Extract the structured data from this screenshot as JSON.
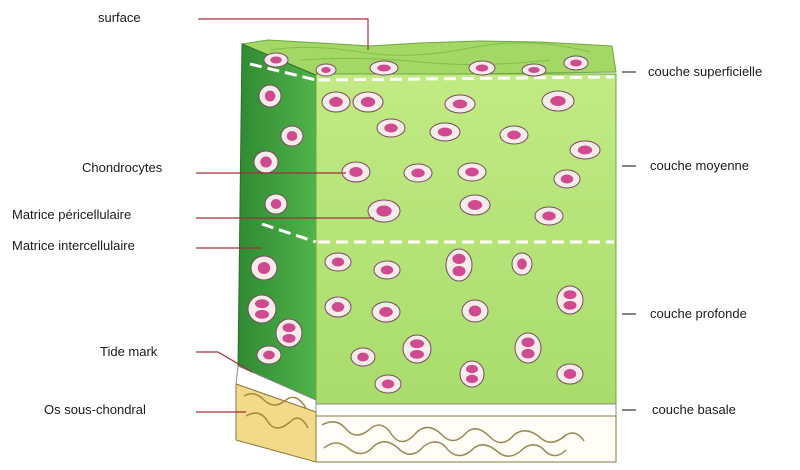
{
  "left_labels": {
    "surface": "surface",
    "chondrocytes": "Chondrocytes",
    "matrice_pericellulaire": "Matrice péricellulaire",
    "matrice_intercellulaire": "Matrice intercellulaire",
    "tide_mark": "Tide mark",
    "os_sous_chondral": "Os sous-chondral"
  },
  "right_labels": {
    "superficielle": "couche superficielle",
    "moyenne": "couche moyenne",
    "profonde": "couche profonde",
    "basale": "couche basale"
  },
  "colors": {
    "front_face": "#b6e27a",
    "side_face": "#3f9e3a",
    "top_face": "#9fd461",
    "cell_ring": "#f4ece9",
    "nucleus": "#d04a90",
    "bone": "#f3d98a",
    "leader_line": "#a0303a"
  }
}
